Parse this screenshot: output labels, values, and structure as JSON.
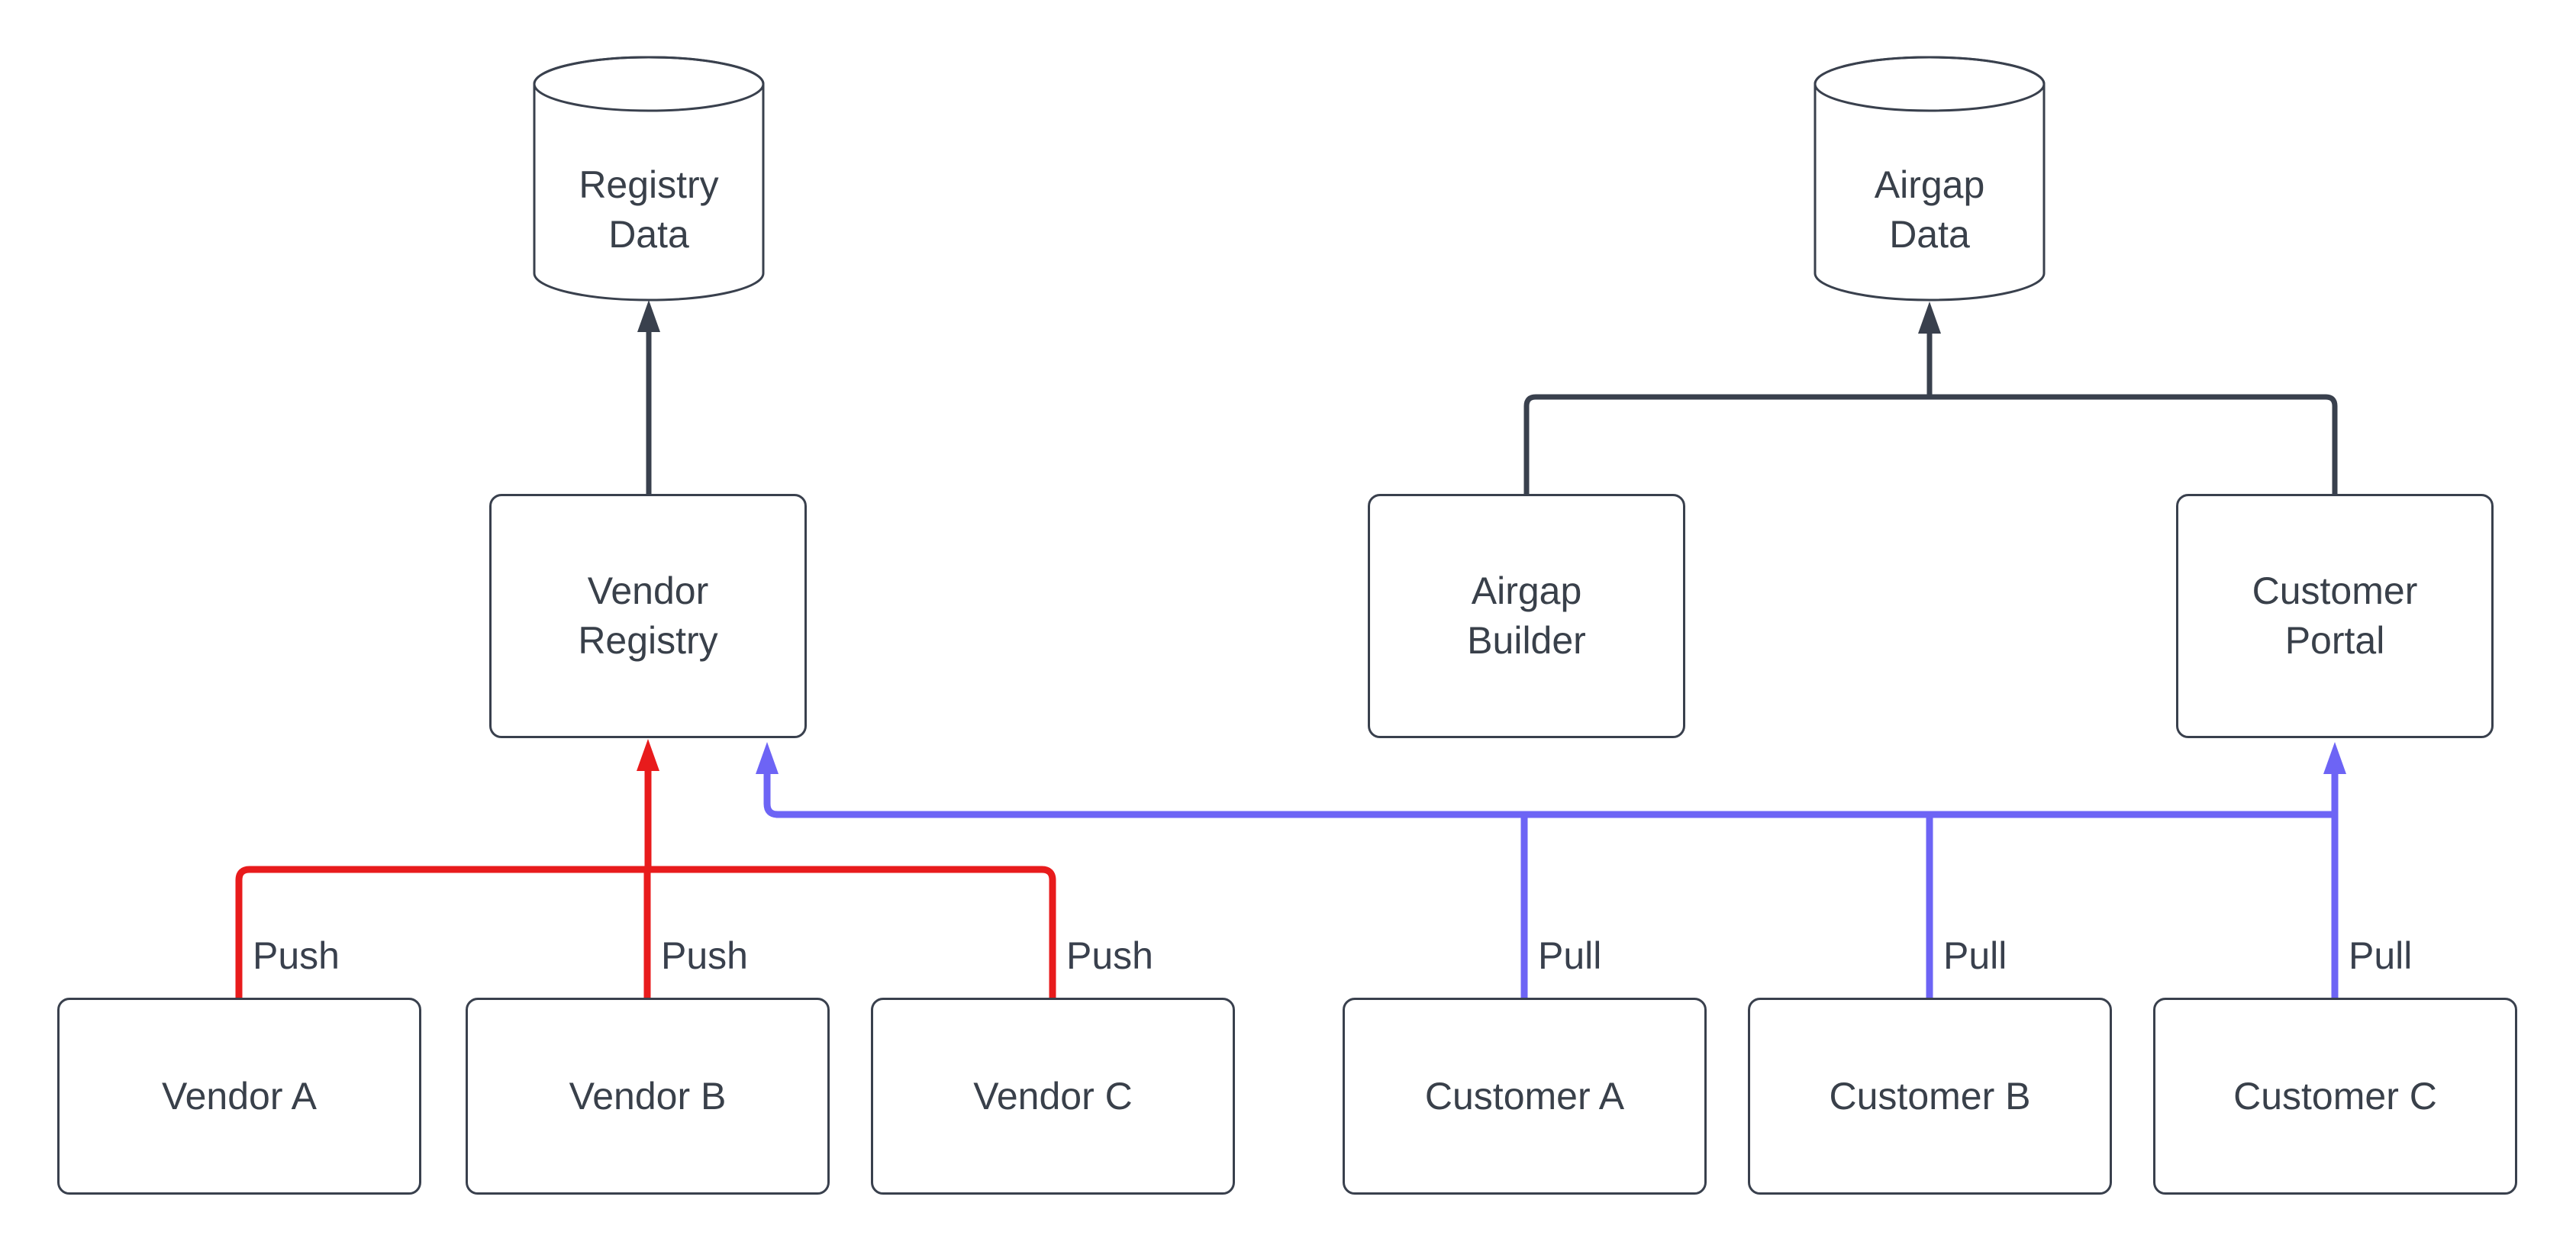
{
  "diagram": {
    "title": "",
    "datastores": {
      "registry_data": {
        "label": "Registry Data",
        "shape": "cylinder"
      },
      "airgap_data": {
        "label": "Airgap Data",
        "shape": "cylinder"
      }
    },
    "services": {
      "vendor_registry": {
        "label": "Vendor Registry"
      },
      "airgap_builder": {
        "label": "Airgap Builder"
      },
      "customer_portal": {
        "label": "Customer Portal"
      }
    },
    "leaves": {
      "vendor_a": {
        "label": "Vendor A"
      },
      "vendor_b": {
        "label": "Vendor B"
      },
      "vendor_c": {
        "label": "Vendor C"
      },
      "customer_a": {
        "label": "Customer A"
      },
      "customer_b": {
        "label": "Customer B"
      },
      "customer_c": {
        "label": "Customer C"
      }
    },
    "edges": {
      "push_label": "Push",
      "pull_label": "Pull",
      "push_color": "#e81b1c",
      "pull_color": "#6d64f5",
      "neutral_color": "#39404d"
    }
  }
}
